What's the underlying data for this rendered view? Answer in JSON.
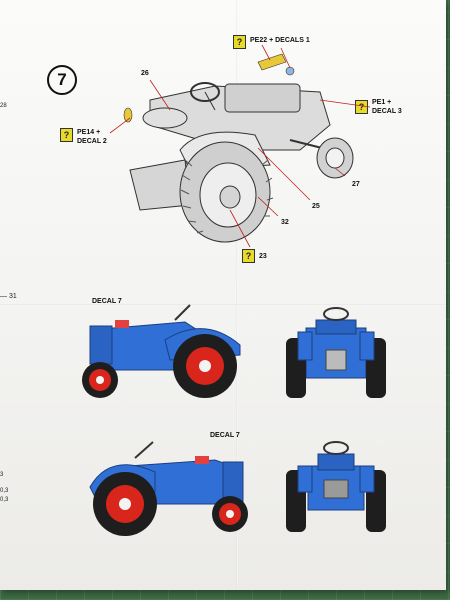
{
  "step_number": "7",
  "callouts": {
    "pe22": "PE22 + DECALS 1",
    "pe1_line1": "PE1 +",
    "pe1_line2": "DECAL 3",
    "pe14_line1": "PE14 +",
    "pe14_line2": "DECAL 2",
    "pe23": "23"
  },
  "part_numbers": {
    "p26": "26",
    "p27": "27",
    "p25": "25",
    "p32": "32"
  },
  "view_labels": {
    "decal7_top": "DECAL 7",
    "decal7_bottom": "DECAL 7"
  },
  "edge_marks": {
    "left_top": "28",
    "left_31": "— 31",
    "left_a": "3",
    "left_b": "0,3",
    "left_c": "0,3"
  },
  "help_icon_glyph": "?",
  "colors": {
    "tractor_blue": "#2f6fd6",
    "wheel_red": "#d8261c",
    "callout_yellow": "#e8da2b"
  }
}
